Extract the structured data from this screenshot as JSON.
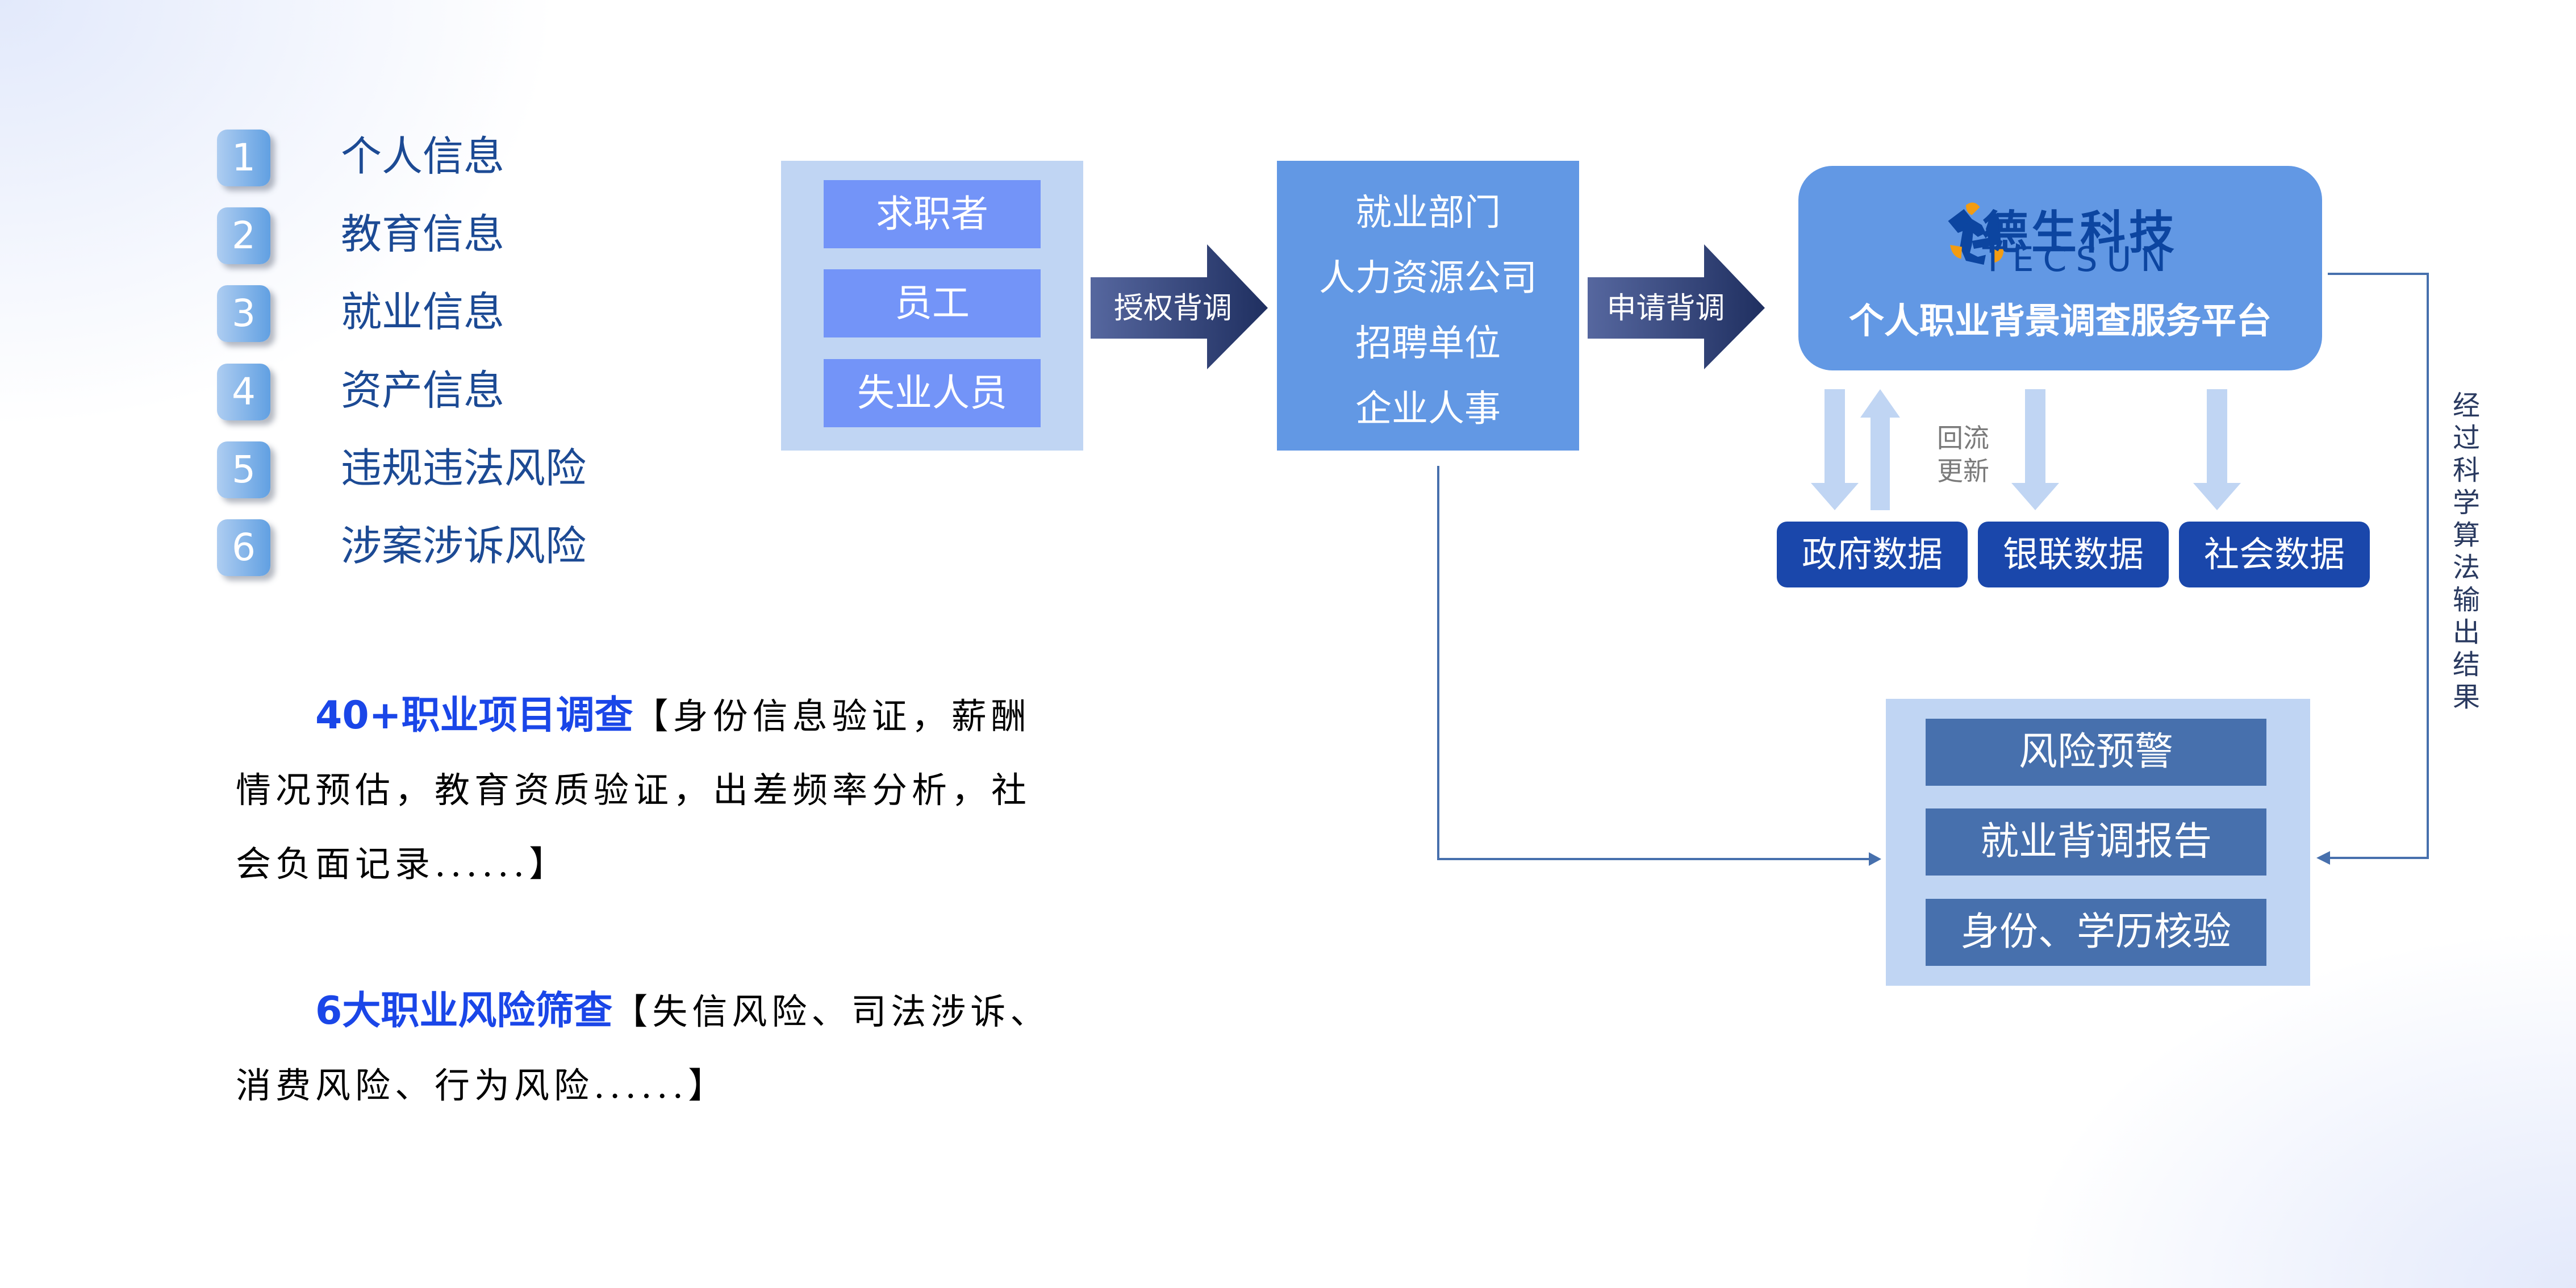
{
  "info_list": {
    "items": [
      {
        "number": "1",
        "label": "个人信息"
      },
      {
        "number": "2",
        "label": "教育信息"
      },
      {
        "number": "3",
        "label": "就业信息"
      },
      {
        "number": "4",
        "label": "资产信息"
      },
      {
        "number": "5",
        "label": "违规违法风险"
      },
      {
        "number": "6",
        "label": "涉案涉诉风险"
      }
    ]
  },
  "paragraphs": [
    {
      "highlight": "40+职业项目调查",
      "body": "【身份信息验证，薪酬情况预估，教育资质验证，出差频率分析，社会负面记录......】"
    },
    {
      "highlight": "6大职业风险筛查",
      "body": "【失信风险、司法涉诉、消费风险、行为风险......】"
    }
  ],
  "flow": {
    "subjects": [
      "求职者",
      "员工",
      "失业人员"
    ],
    "arrow1_label": "授权背调",
    "requesters": [
      "就业部门",
      "人力资源公司",
      "招聘单位",
      "企业人事"
    ],
    "arrow2_label": "申请背调",
    "platform": {
      "logo_cn": "德生科技",
      "logo_en": "TECSUN",
      "title": "个人职业背景调查服务平台",
      "logo_icon": "tecsun-pinwheel-logo"
    },
    "feedback_label_line1": "回流",
    "feedback_label_line2": "更新",
    "data_sources": [
      "政府数据",
      "银联数据",
      "社会数据"
    ],
    "side_label": "经过科学算法输出结果",
    "outputs": [
      "风险预警",
      "就业背调报告",
      "身份、学历核验"
    ]
  },
  "colors": {
    "highlight_blue": "#1a46e8",
    "list_text": "#1c4a94",
    "panel_light": "#c0d5f3",
    "box_mid": "#6298e4",
    "chip_blue": "#7394f8",
    "data_chip": "#1a47ab",
    "output_chip": "#4770ad",
    "arrow_dark": "#2a3b6e",
    "logo_orange": "#f39c12",
    "logo_navy": "#0c45a0"
  }
}
